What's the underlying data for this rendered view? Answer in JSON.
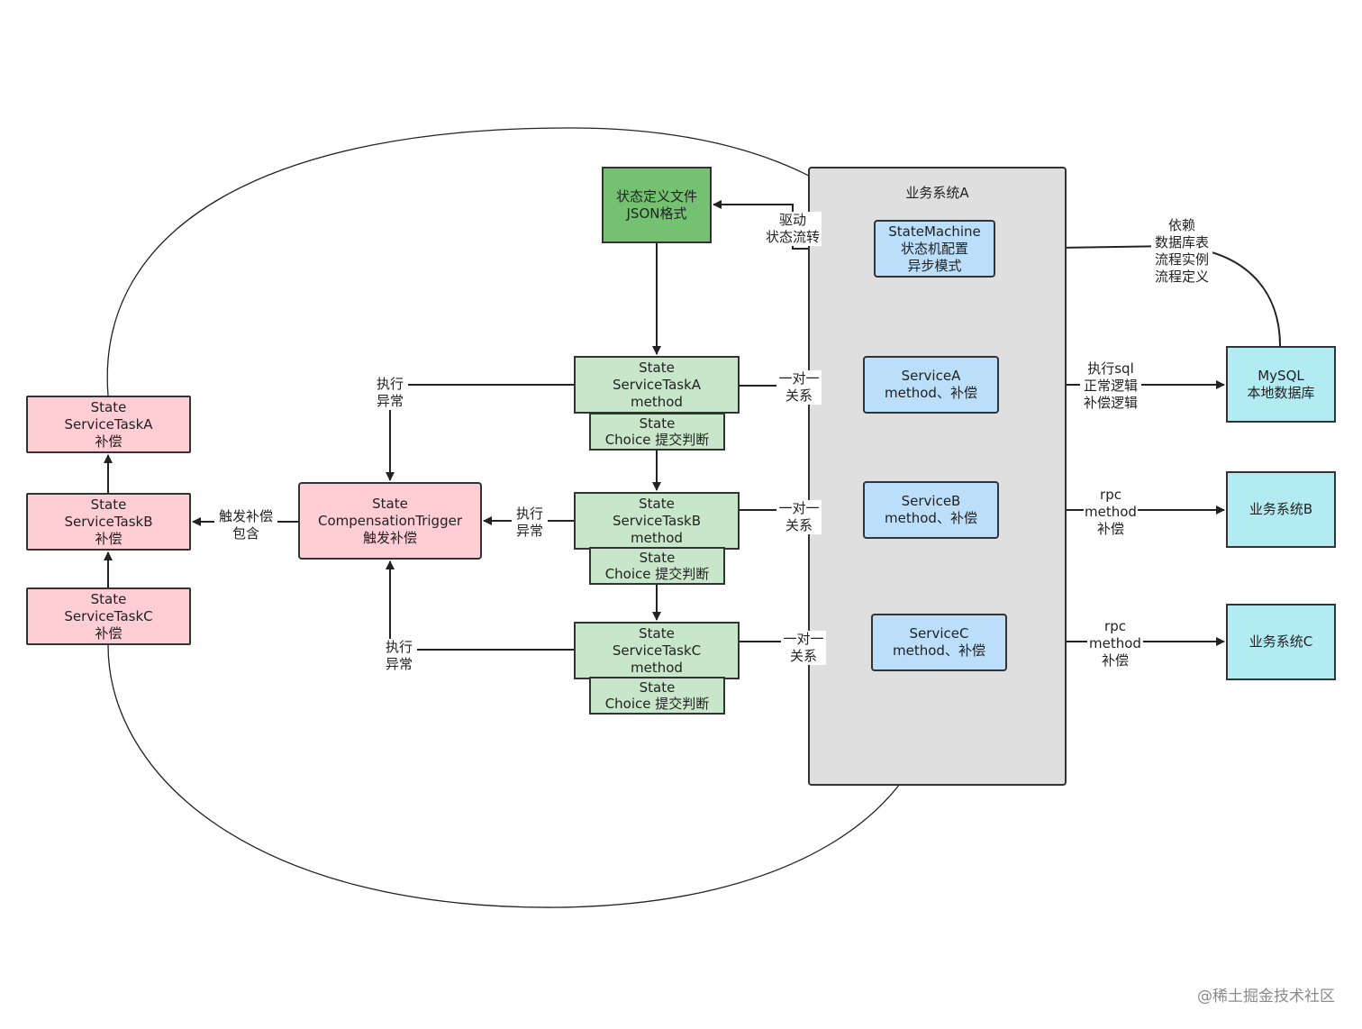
{
  "container": {
    "title": "业务系统A"
  },
  "nodes": {
    "json_file": [
      "状态定义文件",
      "JSON格式"
    ],
    "state_machine": [
      "StateMachine",
      "状态机配置",
      "异步模式"
    ],
    "service_a": [
      "ServiceA",
      "method、补偿"
    ],
    "service_b": [
      "ServiceB",
      "method、补偿"
    ],
    "service_c": [
      "ServiceC",
      "method、补偿"
    ],
    "mysql": [
      "MySQL",
      "本地数据库"
    ],
    "system_b": [
      "业务系统B"
    ],
    "system_c": [
      "业务系统C"
    ],
    "task_a": [
      "State",
      "ServiceTaskA",
      "method"
    ],
    "choice_a": [
      "State",
      "Choice 提交判断"
    ],
    "task_b": [
      "State",
      "ServiceTaskB",
      "method"
    ],
    "choice_b": [
      "State",
      "Choice 提交判断"
    ],
    "task_c": [
      "State",
      "ServiceTaskC",
      "method"
    ],
    "choice_c": [
      "State",
      "Choice 提交判断"
    ],
    "trigger": [
      "State",
      "CompensationTrigger",
      "触发补偿"
    ],
    "comp_a": [
      "State",
      "ServiceTaskA",
      "补偿"
    ],
    "comp_b": [
      "State",
      "ServiceTaskB",
      "补偿"
    ],
    "comp_c": [
      "State",
      "ServiceTaskC",
      "补偿"
    ]
  },
  "edge_labels": {
    "drive": [
      "驱动",
      "状态流转"
    ],
    "depend": [
      "依赖",
      "数据库表",
      "流程实例",
      "流程定义"
    ],
    "one_to_one_a": [
      "一对一",
      "关系"
    ],
    "one_to_one_b": [
      "一对一",
      "关系"
    ],
    "one_to_one_c": [
      "一对一",
      "关系"
    ],
    "sql": [
      "执行sql",
      "正常逻辑",
      "补偿逻辑"
    ],
    "rpc_b": [
      "rpc",
      "method",
      "补偿"
    ],
    "rpc_c": [
      "rpc",
      "method",
      "补偿"
    ],
    "exc_a": [
      "执行",
      "异常"
    ],
    "exc_b": [
      "执行",
      "异常"
    ],
    "exc_c": [
      "执行",
      "异常"
    ],
    "trigger_comp": [
      "触发补偿",
      "包含"
    ]
  },
  "watermark": "@稀土掘金技术社区"
}
